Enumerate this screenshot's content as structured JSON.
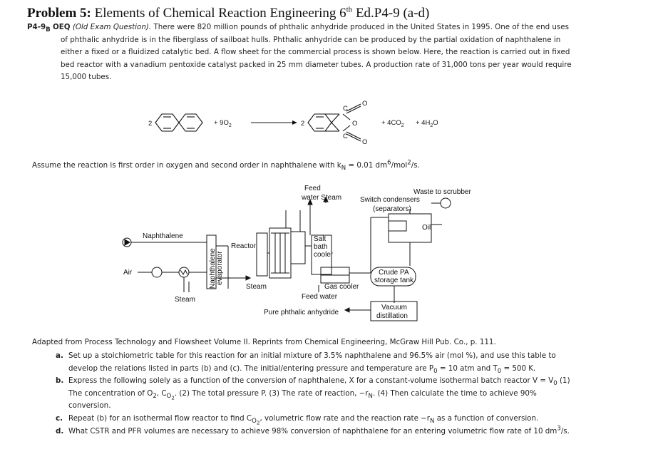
{
  "header": {
    "title_bold": "Problem 5:",
    "title_main": "Elements of Chemical Reaction Engineering 6",
    "title_sup": "th",
    "title_tail": " Ed.P4-9 (a-d)"
  },
  "intro": {
    "problem_id": "P4-9",
    "problem_sub": "B",
    "tag": "OEQ",
    "tag_paren": "(Old Exam Question).",
    "text": "There were 820 million pounds of phthalic anhydride produced in the United States in 1995. One of the end uses of phthalic anhydride is in the fiberglass of sailboat hulls. Phthalic anhydride can be produced by the partial oxidation of naphthalene in either a fixed or a fluidized catalytic bed. A flow sheet for the commercial process is shown below. Here, the reaction is carried out in fixed bed reactor with a vanadium pentoxide catalyst packed in 25 mm diameter tubes. A production rate of 31,000 tons per year would require 15,000 tubes."
  },
  "reaction": {
    "coef_naph": "2",
    "plus_o2": "+ 9O",
    "o2_sub": "2",
    "coef_pa": "2",
    "ring_o": "O",
    "co_top": "C",
    "co_bot": "C",
    "o_top": "O",
    "o_bot": "O",
    "plus_co2": "+ 4CO",
    "co2_sub": "2",
    "plus_h2o": "+   4H",
    "h2o_sub": "2",
    "h2o_o": "O"
  },
  "assume": {
    "text": "Assume the reaction is first order in oxygen and second order in naphthalene with k",
    "k_sub": "N",
    "value": " = 0.01 dm",
    "exp1": "6",
    "mid": "/mol",
    "exp2": "2",
    "unit_tail": "/s."
  },
  "flowsheet": {
    "feed_water_steam_1": "Feed",
    "feed_water_steam_2": "water Steam",
    "waste_to_scrubber": "Waste to scrubber",
    "switch_condensers": "Switch condensers",
    "separators": "(separators)",
    "oil": "Oil",
    "naphthalene": "Naphthalene",
    "reactor": "Reactor",
    "salt_bath_cooler_1": "Salt",
    "salt_bath_cooler_2": "bath",
    "salt_bath_cooler_3": "cooler",
    "air": "Air",
    "naph_evaporator_1": "Naphthalene",
    "naph_evaporator_2": "evaporator",
    "steam_mid": "Steam",
    "gas_cooler": "Gas cooler",
    "feed_water": "Feed water",
    "crude_pa_1": "Crude PA",
    "crude_pa_2": "storage tank",
    "steam_bottom": "Steam",
    "pure_pa": "Pure phthalic anhydride",
    "vacuum_1": "Vacuum",
    "vacuum_2": "distillation"
  },
  "adapted": "Adapted from Process Technology and Flowsheet Volume II. Reprints from Chemical Engineering, McGraw Hill Pub. Co., p. 111.",
  "parts": {
    "a_label": "a.",
    "a_text_1": "Set up a stoichiometric table for this reaction for an initial mixture of 3.5% naphthalene and 96.5% air (mol %), and use this table to develop the relations listed in parts (b) and (c). The initial/entering pressure and temperature are P",
    "a_sub1": "0",
    "a_text_2": " = 10 atm and T",
    "a_sub2": "0",
    "a_text_3": " = 500 K.",
    "b_label": "b.",
    "b_text_1": "Express the following solely as a function of the conversion of naphthalene, X for a constant-volume isothermal batch reactor V = V",
    "b_sub1": "0",
    "b_text_2": " (1) The concentration of O",
    "b_sub2": "2",
    "b_text_3": ", C",
    "b_sub3": "O",
    "b_subsub3": "2",
    "b_text_4": ". (2) The total pressure P. (3) The rate of reaction, −r",
    "b_sub4": "N",
    "b_text_5": ". (4) Then calculate the time to achieve 90% conversion.",
    "c_label": "c.",
    "c_text_1": "Repeat (b) for an isothermal flow reactor to find C",
    "c_sub1": "O",
    "c_subsub1": "2",
    "c_text_2": ", volumetric flow rate and the reaction rate −r",
    "c_sub2": "N",
    "c_text_3": " as a function of conversion.",
    "d_label": "d.",
    "d_text_1": "What CSTR and PFR volumes are necessary to achieve 98% conversion of naphthalene for an entering volumetric flow rate of 10 dm",
    "d_sup": "3",
    "d_text_2": "/s."
  }
}
